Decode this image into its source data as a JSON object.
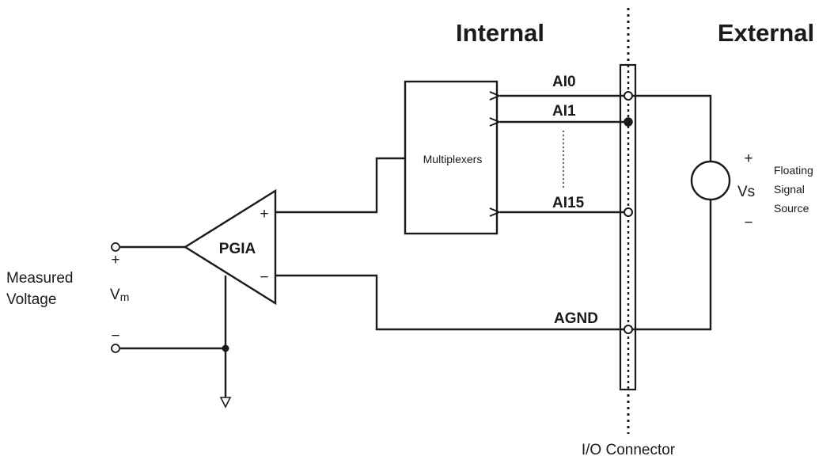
{
  "headings": {
    "internal": "Internal",
    "external": "External"
  },
  "multiplexer": {
    "label": "Multiplexers"
  },
  "amplifier": {
    "label": "PGIA",
    "plus": "+",
    "minus": "−"
  },
  "channels": {
    "ai0": "AI0",
    "ai1": "AI1",
    "ai15": "AI15",
    "agnd": "AGND"
  },
  "measured": {
    "line1": "Measured",
    "line2": "Voltage",
    "vm": "V",
    "vm_sub": "m",
    "plus": "+",
    "minus": "−"
  },
  "source": {
    "plus": "+",
    "vs": "Vs",
    "minus": "−",
    "line1": "Floating",
    "line2": "Signal",
    "line3": "Source"
  },
  "connector": {
    "label": "I/O Connector"
  }
}
